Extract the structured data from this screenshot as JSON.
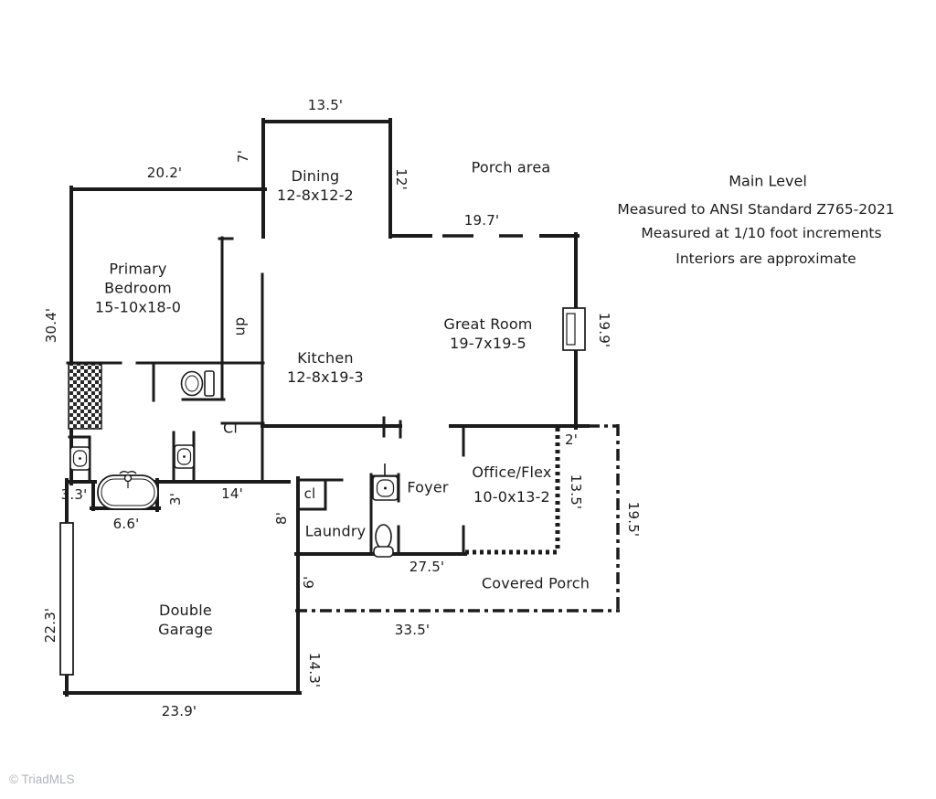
{
  "info_block": {
    "title": "Main Level",
    "line1": "Measured to ANSI Standard Z765-2021",
    "line2": "Measured at 1/10 foot increments",
    "line3": "Interiors are approximate"
  },
  "watermark": "© TriadMLS",
  "rooms": {
    "dining": {
      "name": "Dining",
      "dims": "12-8x12-2"
    },
    "primary_bedroom": {
      "name": "Primary Bedroom",
      "dims": "15-10x18-0"
    },
    "great_room": {
      "name": "Great Room",
      "dims": "19-7x19-5"
    },
    "kitchen": {
      "name": "Kitchen",
      "dims": "12-8x19-3"
    },
    "office_flex": {
      "name": "Office/Flex",
      "dims": "10-0x13-2"
    },
    "double_garage": {
      "name": "Double Garage"
    },
    "foyer": {
      "name": "Foyer"
    },
    "laundry": {
      "name": "Laundry"
    },
    "porch_area": {
      "name": "Porch area"
    },
    "covered_porch": {
      "name": "Covered Porch"
    },
    "closet_large": {
      "name": "Cl"
    },
    "closet_small": {
      "name": "cl"
    },
    "stairs": {
      "name": "up"
    }
  },
  "dimensions": {
    "dining_top": "13.5'",
    "dining_left": "7'",
    "dining_right": "12'",
    "bedroom_top": "20.2'",
    "bedroom_left": "30.4'",
    "porch_top": "19.7'",
    "great_room_right": "19.9'",
    "office_offset": "2'",
    "office_right": "13.5'",
    "porch_right": "19.5'",
    "bath_left": "3.3'",
    "vanity_wall": "3'",
    "hall_bottom": "14'",
    "tub_alcove": "6.6'",
    "laundry_left": "8'",
    "laundry_bottom": "27.5'",
    "garage_left": "22.3'",
    "porch_left": "6'",
    "porch_bottom": "33.5'",
    "garage_right": "14.3'",
    "garage_bottom": "23.9'"
  },
  "colors": {
    "wall": "#1b1b1b",
    "text": "#1c1c1c",
    "watermark": "#b0b5ba",
    "background": "#ffffff"
  }
}
